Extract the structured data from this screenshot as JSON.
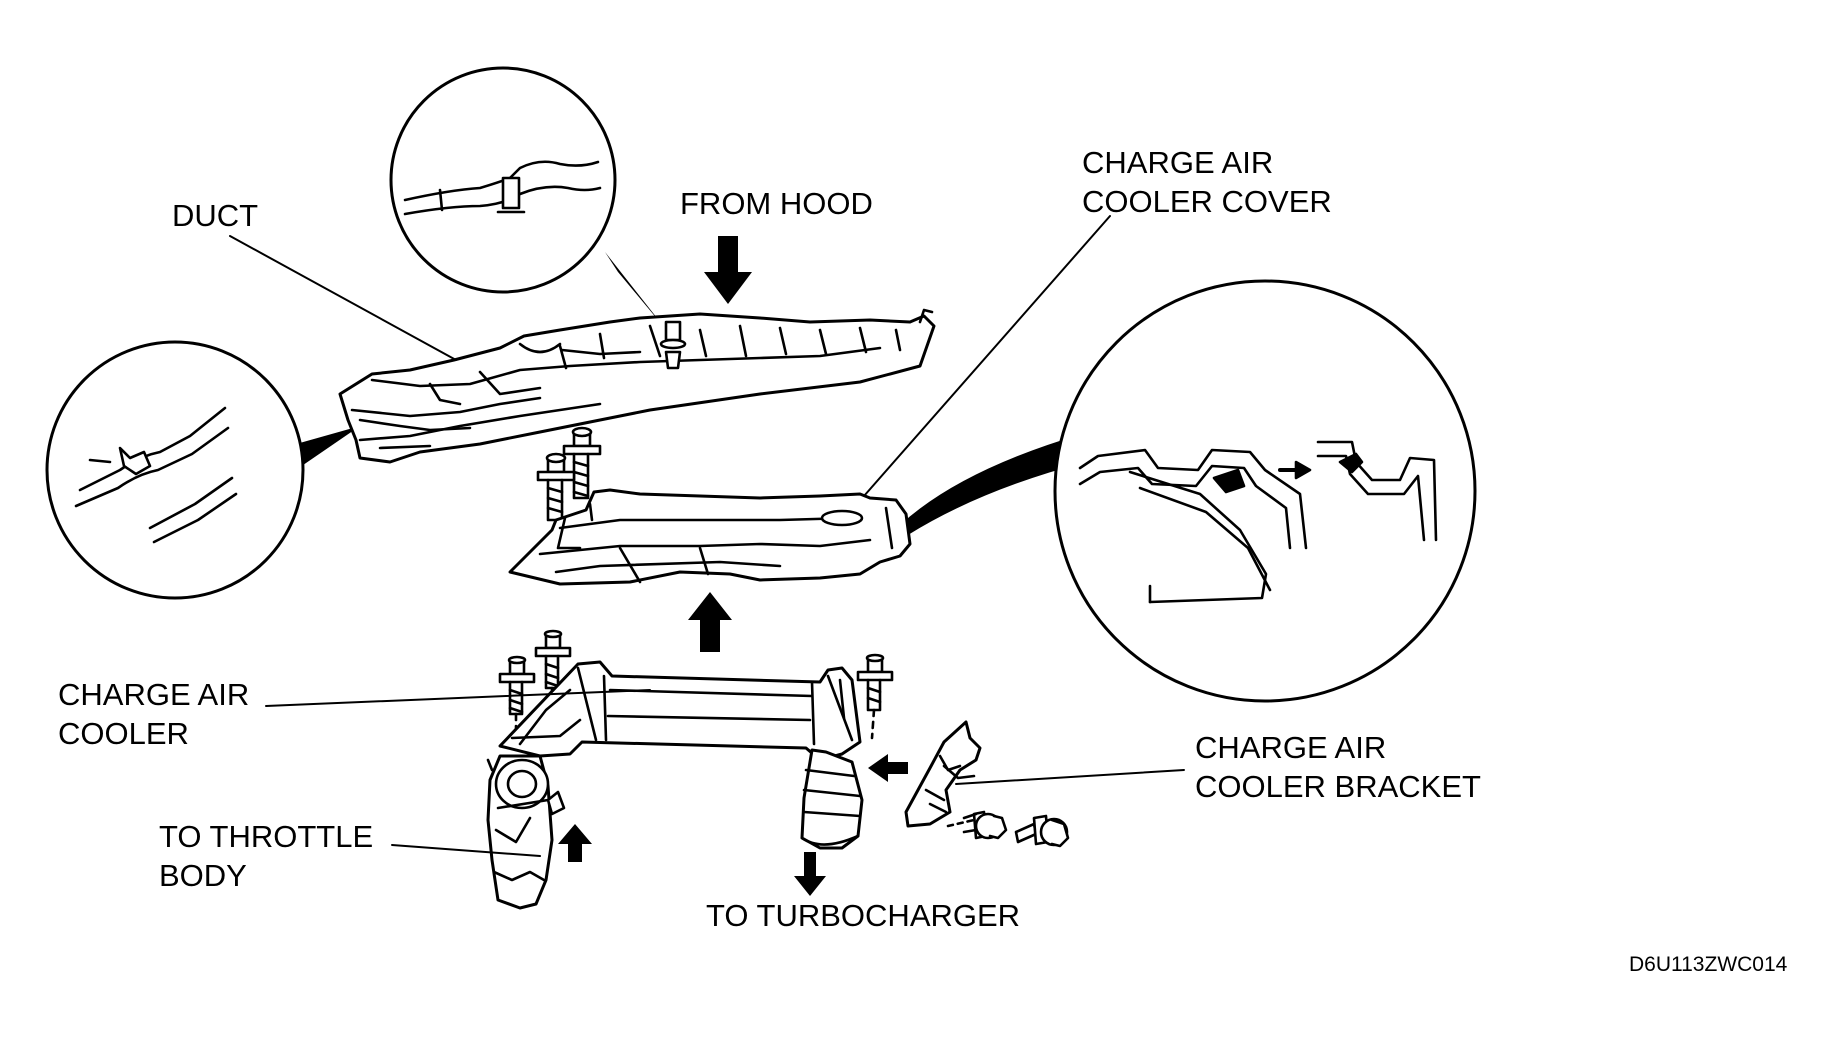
{
  "labels": {
    "duct": "DUCT",
    "from_hood": "FROM HOOD",
    "cover_line1": "CHARGE AIR",
    "cover_line2": "COOLER COVER",
    "cooler_line1": "CHARGE AIR",
    "cooler_line2": "COOLER",
    "bracket_line1": "CHARGE AIR",
    "bracket_line2": "COOLER BRACKET",
    "throttle_line1": "TO THROTTLE",
    "throttle_line2": "BODY",
    "turbo": "TO TURBOCHARGER"
  },
  "figure_code": "D6U113ZWC014"
}
